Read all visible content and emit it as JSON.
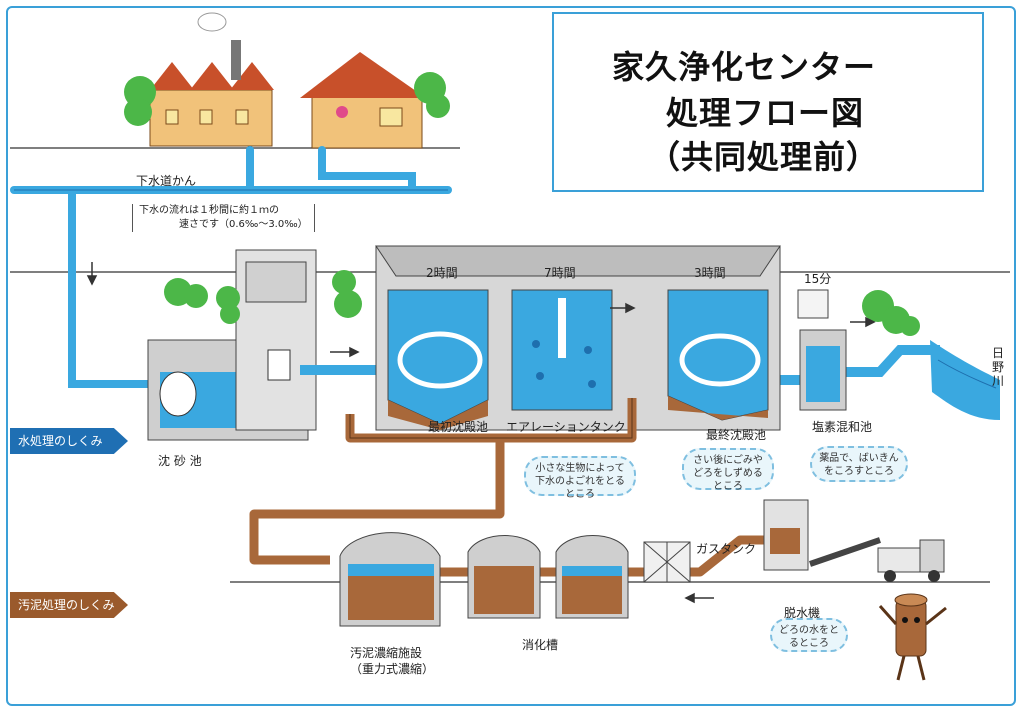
{
  "title": {
    "line1": "家久浄化センター",
    "line2": "処理フロー図",
    "line3": "（共同処理前）"
  },
  "labels": {
    "sewer_pipe": "下水道かん",
    "flow_note_1": "下水の流れは１秒間に約１ｍの",
    "flow_note_2": "速さです（0.6‰～3.0‰）",
    "time_2h": "2時間",
    "time_7h": "7時間",
    "time_3h": "3時間",
    "time_15m": "15分",
    "grit_chamber": "沈 砂 池",
    "primary_tank": "最初沈殿池",
    "aeration_tank": "エアレーションタンク",
    "final_tank": "最終沈殿池",
    "chlorine_tank": "塩素混和池",
    "river": "日野川",
    "gas_tank": "ガスタンク",
    "thickener_1": "汚泥濃縮施設",
    "thickener_2": "（重力式濃縮）",
    "digester": "消化槽",
    "dewatering": "脱水機"
  },
  "tags": {
    "water_process": "水処理のしくみ",
    "sludge_process": "汚泥処理のしくみ"
  },
  "clouds": {
    "aeration_note": "小さな生物によって下水のよごれをとるところ",
    "final_note": "さい後にごみやどろをしずめるところ",
    "chlorine_note": "薬品で、ばいきんをころすところ",
    "dewater_note": "どろの水をとるところ"
  },
  "colors": {
    "water": "#3aa8e0",
    "water_light": "#8fd0f0",
    "sludge": "#a8683a",
    "concrete": "#cfcfcf",
    "tree": "#4cb748",
    "roof": "#c8502a",
    "frame": "#3aa0d8"
  }
}
